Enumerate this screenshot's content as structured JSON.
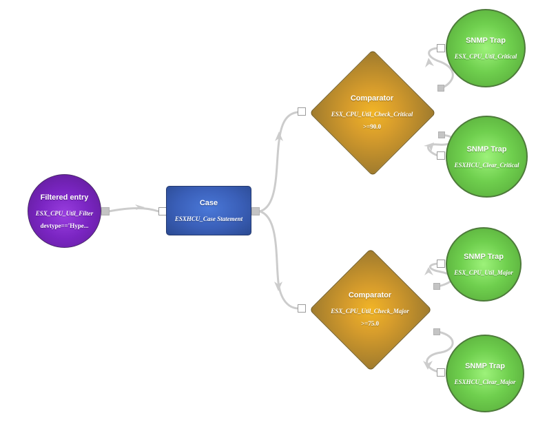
{
  "nodes": {
    "filter": {
      "title": "Filtered entry",
      "name": "ESX_CPU_Util_Filter",
      "detail": "devtype=='Hype..."
    },
    "case": {
      "title": "Case",
      "name": "ESXHCU_Case Statement"
    },
    "comp_critical": {
      "title": "Comparator",
      "name": "ESX_CPU_Util_Check_Critical",
      "detail": ">=90.0"
    },
    "comp_major": {
      "title": "Comparator",
      "name": "ESX_CPU_Util_Check_Major",
      "detail": ">=75.0"
    },
    "trap_util_critical": {
      "title": "SNMP Trap",
      "name": "ESX_CPU_Util_Critical"
    },
    "trap_clear_critical": {
      "title": "SNMP Trap",
      "name": "ESXHCU_Clear_Critical"
    },
    "trap_util_major": {
      "title": "SNMP Trap",
      "name": "ESX_CPU_Util_Major"
    },
    "trap_clear_major": {
      "title": "SNMP Trap",
      "name": "ESXHCU_Clear_Major"
    }
  },
  "colors": {
    "filter_node": "#7a25c2",
    "case_node": "#3a5fb8",
    "comparator_node": "#d69c2c",
    "trap_node": "#6fcf4e",
    "connector": "#cccccc"
  }
}
